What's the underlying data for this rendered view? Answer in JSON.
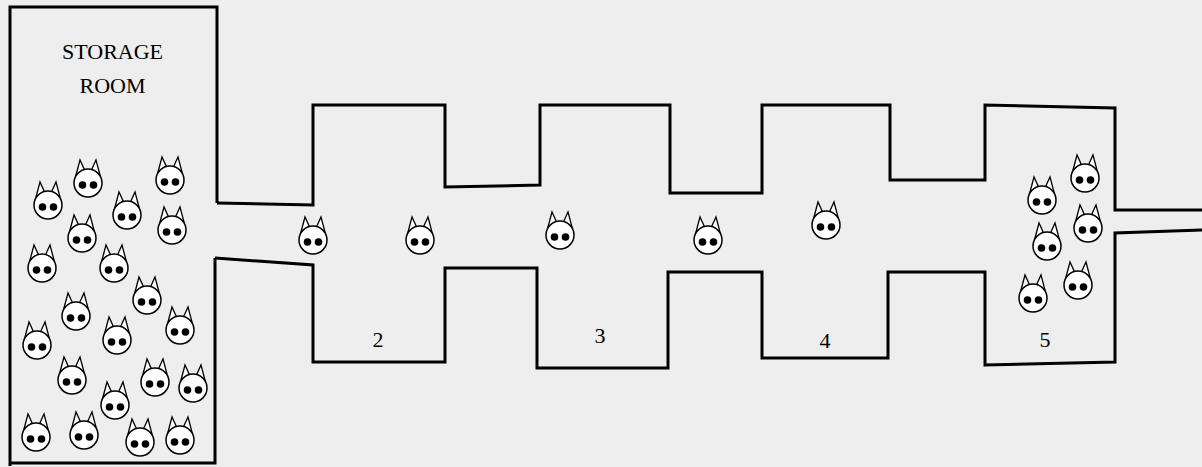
{
  "diagram": {
    "nodes": [
      {
        "text": [
          "STORAGE ROOM"
        ]
      }
    ],
    "labels": [
      "2",
      "3",
      "4",
      "5"
    ]
  }
}
